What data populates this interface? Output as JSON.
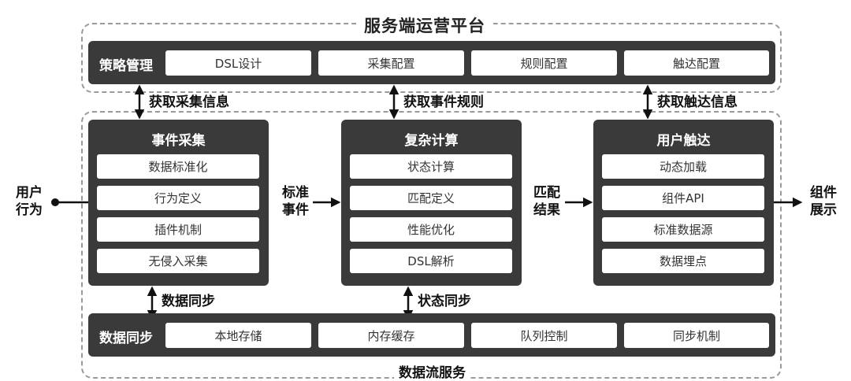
{
  "outer_top": {
    "title": "服务端运营平台"
  },
  "strategy": {
    "label": "策略管理",
    "items": [
      "DSL设计",
      "采集配置",
      "规则配置",
      "触达配置"
    ]
  },
  "connectors_top": [
    "获取采集信息",
    "获取事件规则",
    "获取触达信息"
  ],
  "panels": [
    {
      "title": "事件采集",
      "items": [
        "数据标准化",
        "行为定义",
        "插件机制",
        "无侵入采集"
      ]
    },
    {
      "title": "复杂计算",
      "items": [
        "状态计算",
        "匹配定义",
        "性能优化",
        "DSL解析"
      ]
    },
    {
      "title": "用户触达",
      "items": [
        "动态加载",
        "组件API",
        "标准数据源",
        "数据埋点"
      ]
    }
  ],
  "flow": {
    "input": [
      "用户",
      "行为"
    ],
    "standard_event": [
      "标准",
      "事件"
    ],
    "match_result": [
      "匹配",
      "结果"
    ],
    "output": [
      "组件",
      "展示"
    ]
  },
  "connectors_bottom": [
    "数据同步",
    "状态同步"
  ],
  "sync": {
    "label": "数据同步",
    "items": [
      "本地存储",
      "内存缓存",
      "队列控制",
      "同步机制"
    ]
  },
  "bottom_cut_label": "数据流服务"
}
